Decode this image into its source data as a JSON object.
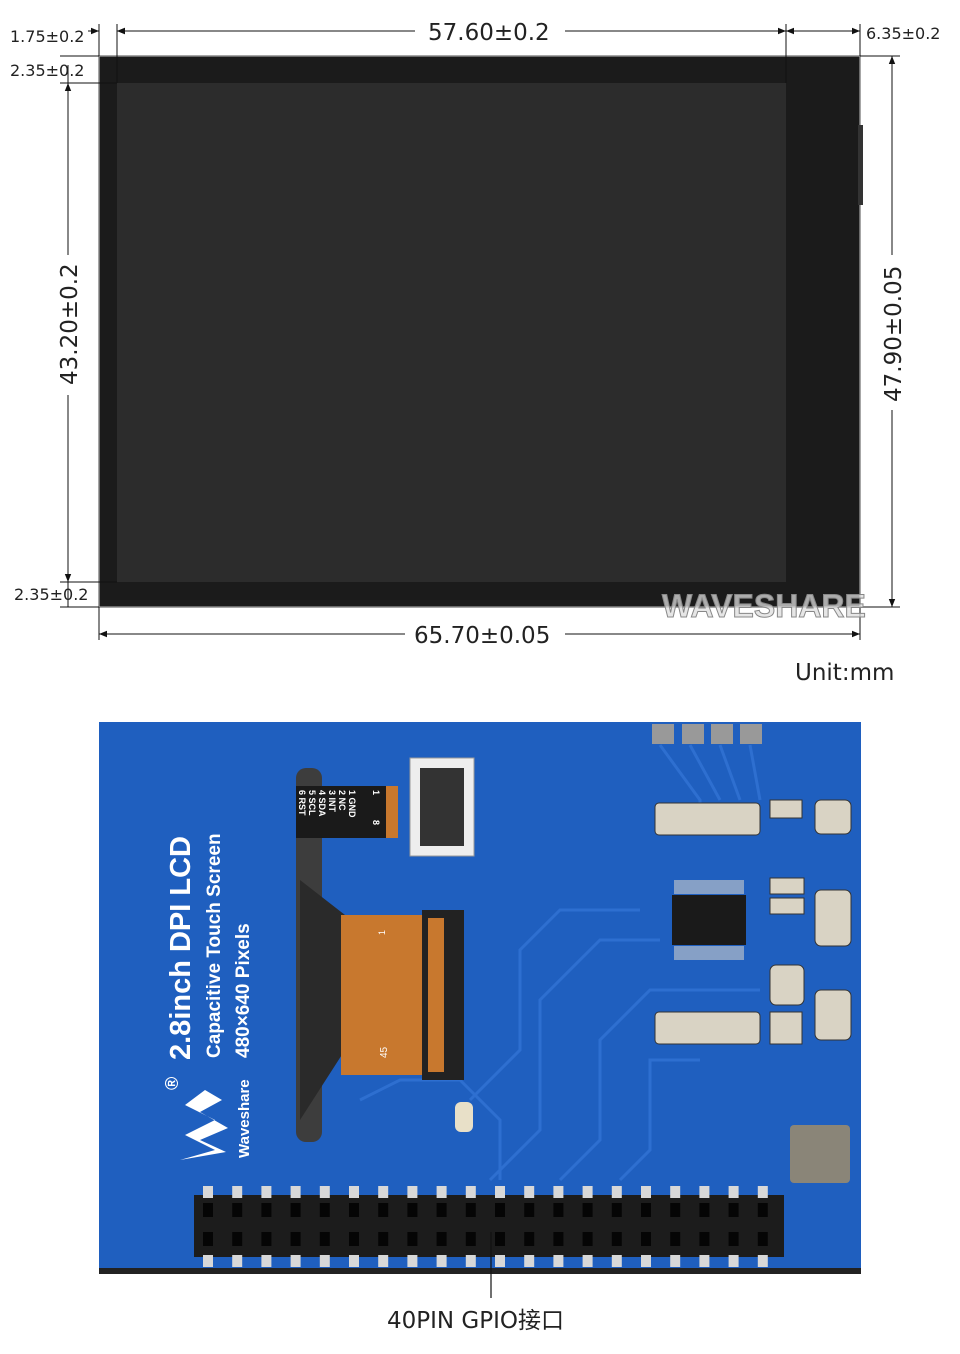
{
  "dimensions": {
    "left_bezel_width": "1.75±0.2",
    "active_width": "57.60±0.2",
    "right_bezel_width": "6.35±0.2",
    "top_bezel_height": "2.35±0.2",
    "active_height": "43.20±0.2",
    "bottom_bezel_height": "2.35±0.2",
    "total_height": "47.90±0.05",
    "total_width": "65.70±0.05",
    "unit": "Unit:mm"
  },
  "watermark": "WAVESHARE",
  "board": {
    "title": "2.8inch DPI LCD",
    "subtitle": "Capacitive Touch Screen",
    "resolution": "480×640 Pixels",
    "brand": "Waveshare",
    "registered": "®",
    "fpc_pin_first": "1",
    "fpc_pin_last": "45",
    "touch_pins": [
      "1 GND",
      "2 NC",
      "3 INT",
      "4 SDA",
      "5 SCL",
      "6 RST"
    ],
    "touch_conn_first": "1",
    "touch_conn_last": "8"
  },
  "callout": "40PIN GPIO接口",
  "colors": {
    "pcb": "#1f5fbf",
    "bezel": "#1b1b1b",
    "panel": "#2b2b2b",
    "fpc": "#c8782e"
  }
}
